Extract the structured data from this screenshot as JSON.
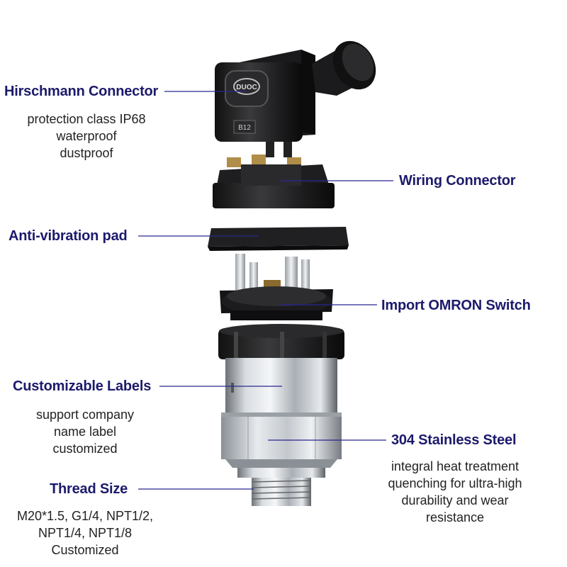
{
  "callouts": {
    "hirschmann": {
      "title": "Hirschmann Connector",
      "lines": [
        "protection class IP68",
        "waterproof",
        "dustproof"
      ]
    },
    "wiring": {
      "title": "Wiring Connector"
    },
    "antivibration": {
      "title": "Anti-vibration pad"
    },
    "omron": {
      "title": "Import OMRON Switch"
    },
    "labels": {
      "title": "Customizable Labels",
      "lines": [
        "support company",
        "name label",
        "customized"
      ]
    },
    "steel": {
      "title": "304 Stainless Steel",
      "lines": [
        "integral heat treatment",
        "quenching for ultra-high",
        "durability and wear",
        "resistance"
      ]
    },
    "thread": {
      "title": "Thread Size",
      "lines": [
        "M20*1.5, G1/4, NPT1/2,",
        "NPT1/4, NPT1/8",
        "Customized"
      ]
    }
  },
  "product": {
    "logo_text": "DUOC",
    "model_text": "B12"
  },
  "colors": {
    "callout_title": "#1c1a6b",
    "leader_line": "#2a2790",
    "body_text": "#222222"
  }
}
